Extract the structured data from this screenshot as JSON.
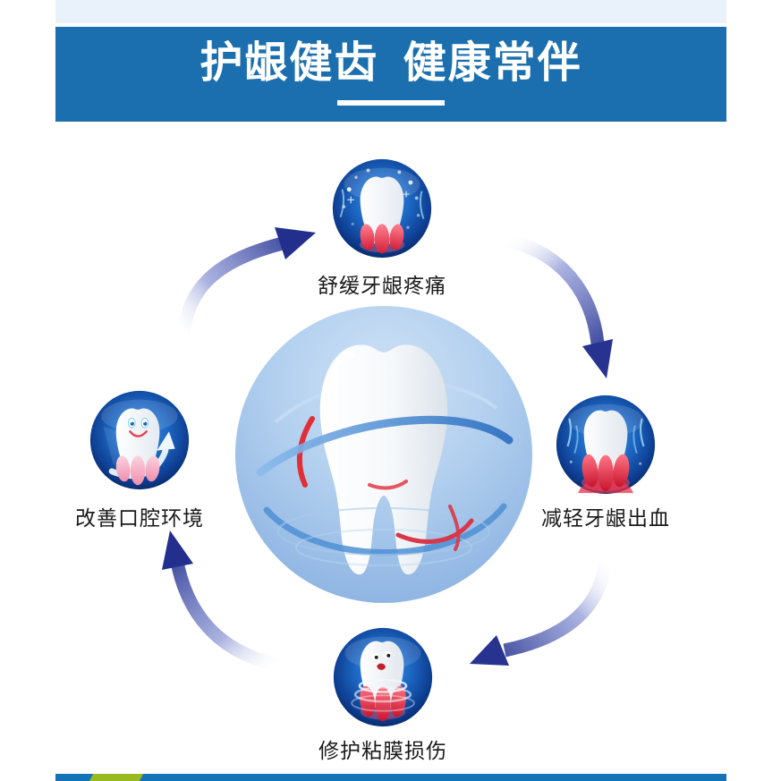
{
  "header": {
    "title": "护龈健齿 健康常伴",
    "banner_color": "#1c6fae",
    "top_strip_color": "#e9f1fb"
  },
  "diagram": {
    "center": {
      "subject": "tooth",
      "circle_color_top": "#cfe2f6",
      "circle_color_bottom": "#88aedd"
    },
    "flow": "clockwise",
    "features": [
      {
        "id": "soothe-gum-pain",
        "label": "舒缓牙龈疼痛",
        "position": "top",
        "icon": "tooth-sparkle-icon"
      },
      {
        "id": "reduce-gum-bleeding",
        "label": "减轻牙龈出血",
        "position": "right",
        "icon": "tooth-bleeding-gums-icon"
      },
      {
        "id": "improve-oral-environment",
        "label": "改善口腔环境",
        "position": "left",
        "icon": "happy-tooth-arrow-icon"
      },
      {
        "id": "repair-mucosa-damage",
        "label": "修护粘膜损伤",
        "position": "bottom",
        "icon": "hurt-tooth-rings-icon"
      }
    ],
    "arrow_color": "#27338f"
  },
  "footer": {
    "bar_color": "#1273b7",
    "accent_color": "#97ba21"
  }
}
